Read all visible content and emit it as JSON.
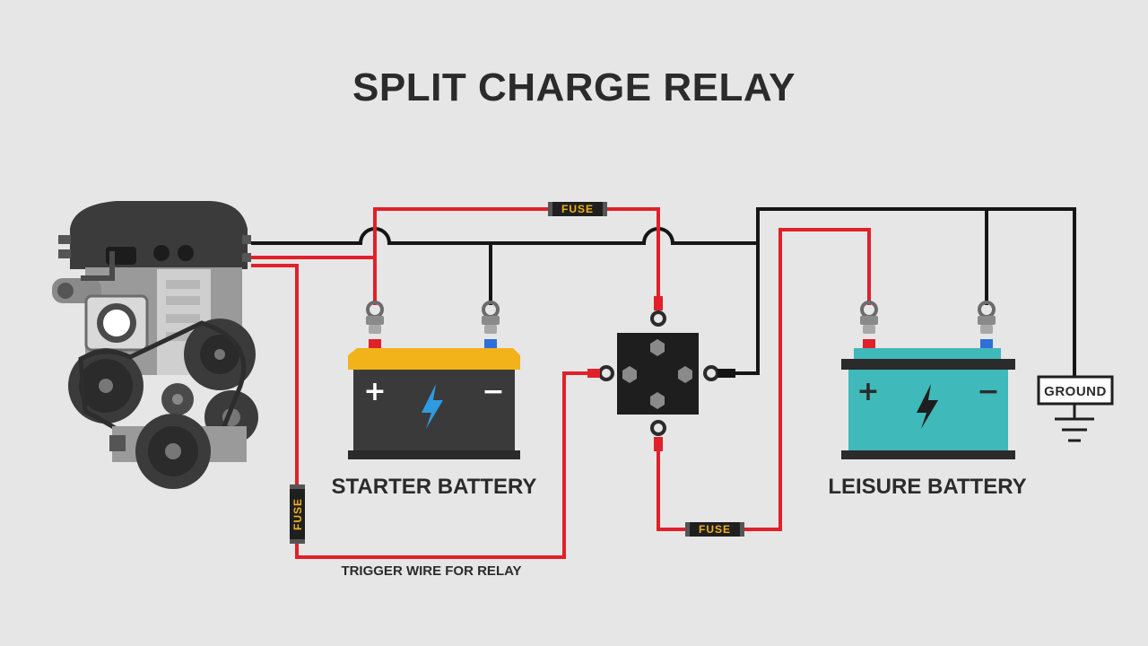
{
  "title": "SPLIT CHARGE RELAY",
  "labels": {
    "starter_battery": "STARTER BATTERY",
    "leisure_battery": "LEISURE BATTERY",
    "trigger_wire": "TRIGGER WIRE FOR RELAY",
    "ground": "GROUND",
    "fuse": "FUSE"
  },
  "battery_signs": {
    "positive": "+",
    "negative": "−"
  },
  "icons": {
    "engine": "engine-icon",
    "starter_battery": "car-battery-icon",
    "leisure_battery": "car-battery-icon",
    "relay": "relay-icon",
    "ground": "ground-symbol-icon",
    "charge": "lightning-bolt-icon",
    "terminal_clamp": "battery-clamp-icon"
  },
  "colors": {
    "background": "#e6e6e6",
    "positive_wire": "#e0202a",
    "negative_wire": "#151515",
    "starter_battery_top": "#f2b21a",
    "leisure_battery_body": "#3fb9b9",
    "battery_body_dark": "#3a3a3a",
    "bolt_blue": "#2e9be0",
    "fuse_text": "#f2b21a"
  }
}
